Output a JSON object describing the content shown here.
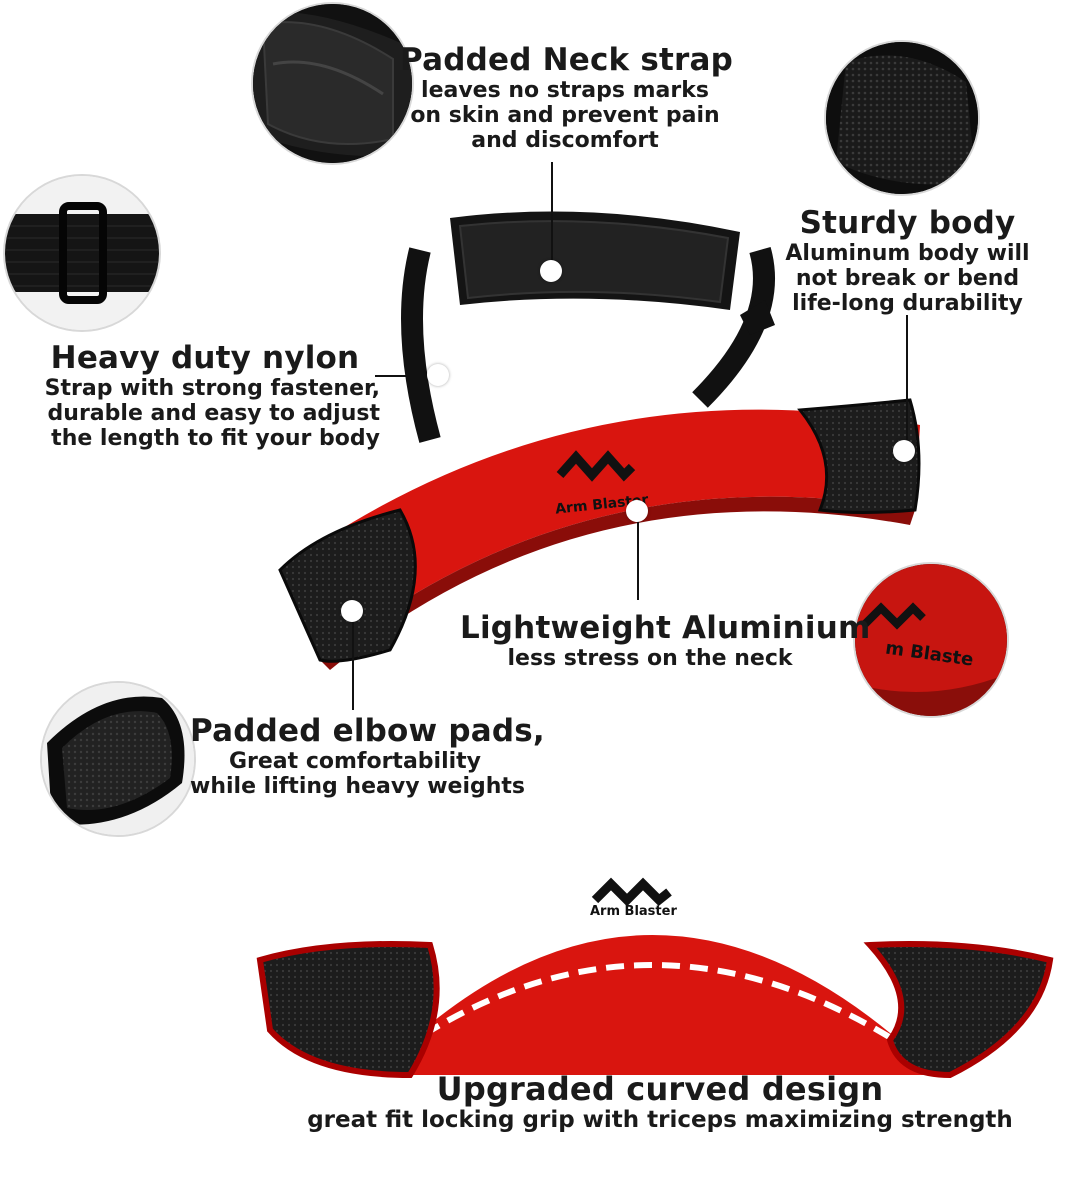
{
  "features": {
    "neck_strap": {
      "title": "Padded Neck strap",
      "lines": [
        "leaves no straps marks",
        "on skin and prevent pain",
        "and discomfort"
      ]
    },
    "sturdy_body": {
      "title": "Sturdy body",
      "lines": [
        "Aluminum body will",
        "not break or bend",
        "life-long durability"
      ]
    },
    "nylon": {
      "title": "Heavy duty nylon",
      "lines": [
        "Strap with strong fastener,",
        "durable and easy to adjust",
        "the length to fit your body"
      ]
    },
    "aluminium": {
      "title": "Lightweight Aluminium",
      "lines": [
        "less stress on the neck"
      ]
    },
    "elbow_pads": {
      "title": "Padded elbow pads,",
      "lines": [
        "Great comfortability",
        "while lifting heavy weights"
      ]
    },
    "curved": {
      "title": "Upgraded curved design",
      "lines": [
        "great fit locking grip with triceps maximizing strength"
      ]
    }
  },
  "product": {
    "brand_label": "Arm Blaster",
    "closeup_label": "m Blaste"
  },
  "colors": {
    "body_red": "#d9150f",
    "pad_black": "#1d1d1d",
    "text": "#1a1a1a"
  }
}
